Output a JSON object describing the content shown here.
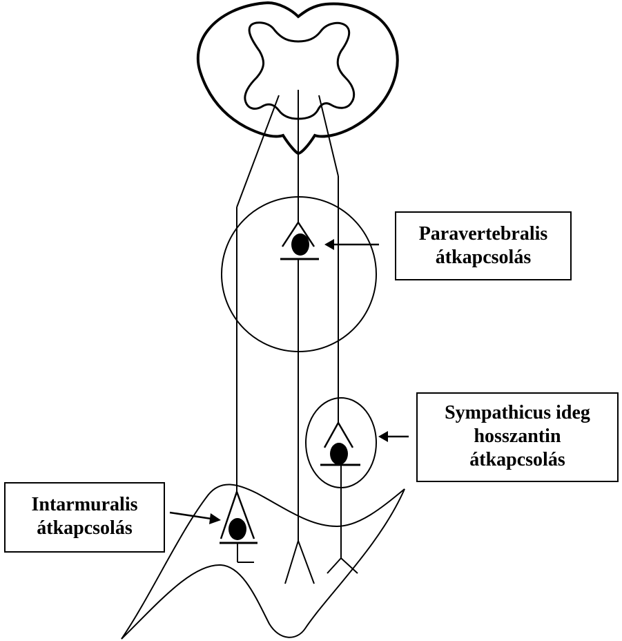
{
  "labels": {
    "paravertebralis": {
      "line1": "Paravertebralis",
      "line2": "átkapcsolás"
    },
    "sympathicus": {
      "line1": "Sympathicus ideg",
      "line2": "hosszantin",
      "line3": "átkapcsolás"
    },
    "intramuralis": {
      "line1": "Intarmuralis",
      "line2": "átkapcsolás"
    }
  },
  "colors": {
    "stroke": "#000000",
    "background": "#ffffff"
  }
}
